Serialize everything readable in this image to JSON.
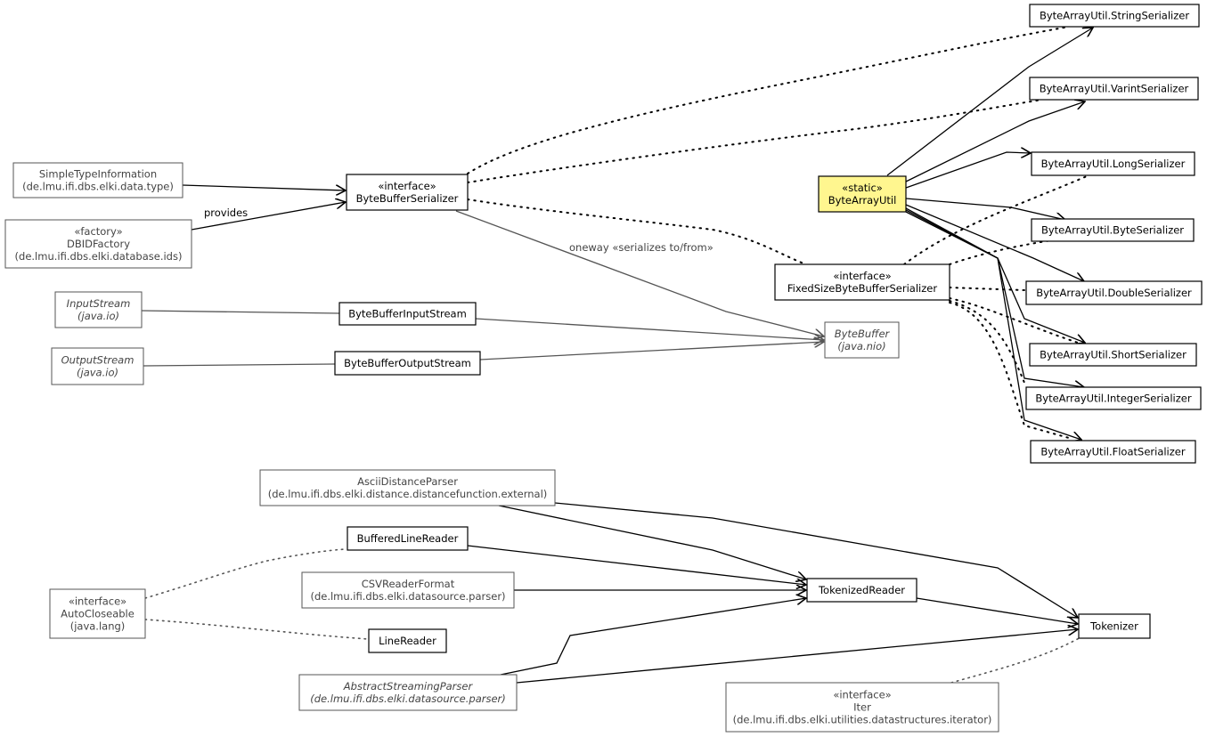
{
  "nodes": {
    "string_ser": {
      "lines": [
        "ByteArrayUtil.StringSerializer"
      ]
    },
    "varint_ser": {
      "lines": [
        "ByteArrayUtil.VarintSerializer"
      ]
    },
    "long_ser": {
      "lines": [
        "ByteArrayUtil.LongSerializer"
      ]
    },
    "byte_ser": {
      "lines": [
        "ByteArrayUtil.ByteSerializer"
      ]
    },
    "double_ser": {
      "lines": [
        "ByteArrayUtil.DoubleSerializer"
      ]
    },
    "short_ser": {
      "lines": [
        "ByteArrayUtil.ShortSerializer"
      ]
    },
    "integer_ser": {
      "lines": [
        "ByteArrayUtil.IntegerSerializer"
      ]
    },
    "float_ser": {
      "lines": [
        "ByteArrayUtil.FloatSerializer"
      ]
    },
    "bytearrayutil": {
      "lines": [
        "«static»",
        "ByteArrayUtil"
      ]
    },
    "simpletype": {
      "lines": [
        "SimpleTypeInformation",
        "(de.lmu.ifi.dbs.elki.data.type)"
      ]
    },
    "dbidfactory": {
      "lines": [
        "«factory»",
        "DBIDFactory",
        "(de.lmu.ifi.dbs.elki.database.ids)"
      ]
    },
    "bbserializer": {
      "lines": [
        "«interface»",
        "ByteBufferSerializer"
      ]
    },
    "fixedsize": {
      "lines": [
        "«interface»",
        "FixedSizeByteBufferSerializer"
      ]
    },
    "inputstream": {
      "lines": [
        "InputStream",
        "(java.io)"
      ]
    },
    "outputstream": {
      "lines": [
        "OutputStream",
        "(java.io)"
      ]
    },
    "bbinputstream": {
      "lines": [
        "ByteBufferInputStream"
      ]
    },
    "bboutputstream": {
      "lines": [
        "ByteBufferOutputStream"
      ]
    },
    "bytebuffer": {
      "lines": [
        "ByteBuffer",
        "(java.nio)"
      ]
    },
    "asciidist": {
      "lines": [
        "AsciiDistanceParser",
        "(de.lmu.ifi.dbs.elki.distance.distancefunction.external)"
      ]
    },
    "bufferedlinereader": {
      "lines": [
        "BufferedLineReader"
      ]
    },
    "csvreader": {
      "lines": [
        "CSVReaderFormat",
        "(de.lmu.ifi.dbs.elki.datasource.parser)"
      ]
    },
    "autocloseable": {
      "lines": [
        "«interface»",
        "AutoCloseable",
        "(java.lang)"
      ]
    },
    "linereader": {
      "lines": [
        "LineReader"
      ]
    },
    "abstractstreaming": {
      "lines": [
        "AbstractStreamingParser",
        "(de.lmu.ifi.dbs.elki.datasource.parser)"
      ]
    },
    "tokenizedreader": {
      "lines": [
        "TokenizedReader"
      ]
    },
    "tokenizer": {
      "lines": [
        "Tokenizer"
      ]
    },
    "iter": {
      "lines": [
        "«interface»",
        "Iter",
        "(de.lmu.ifi.dbs.elki.utilities.datastructures.iterator)"
      ]
    }
  },
  "edge_labels": {
    "provides": "provides",
    "oneway": "oneway «serializes to/from»"
  },
  "colors": {
    "highlight_fill": "#fff68f",
    "border": "#000000",
    "external_border": "#555555"
  }
}
